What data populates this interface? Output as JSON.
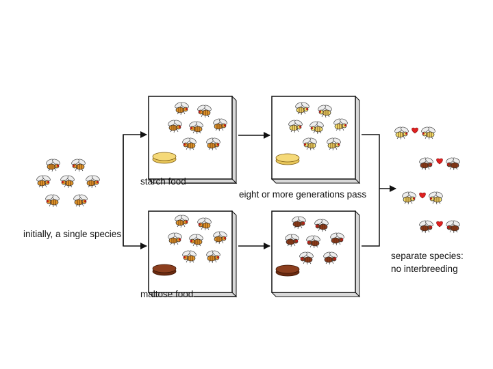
{
  "labels": {
    "initial": "initially, a single species",
    "starch": "starch food",
    "maltose": "maltose food",
    "generations": "eight or more generations pass",
    "separate_line1": "separate species:",
    "separate_line2": "no interbreeding"
  },
  "colors": {
    "fly_orange_body": "#e0952a",
    "fly_pale_body": "#f2dc6a",
    "fly_dark_body": "#8b3a1c",
    "starch_food": "#f5d978",
    "maltose_food": "#8b3e1e",
    "heart": "#e02020",
    "line": "#111111"
  },
  "icons": {
    "fly": "fruit-fly-icon",
    "heart": "heart-icon",
    "food": "food-dish-icon"
  }
}
